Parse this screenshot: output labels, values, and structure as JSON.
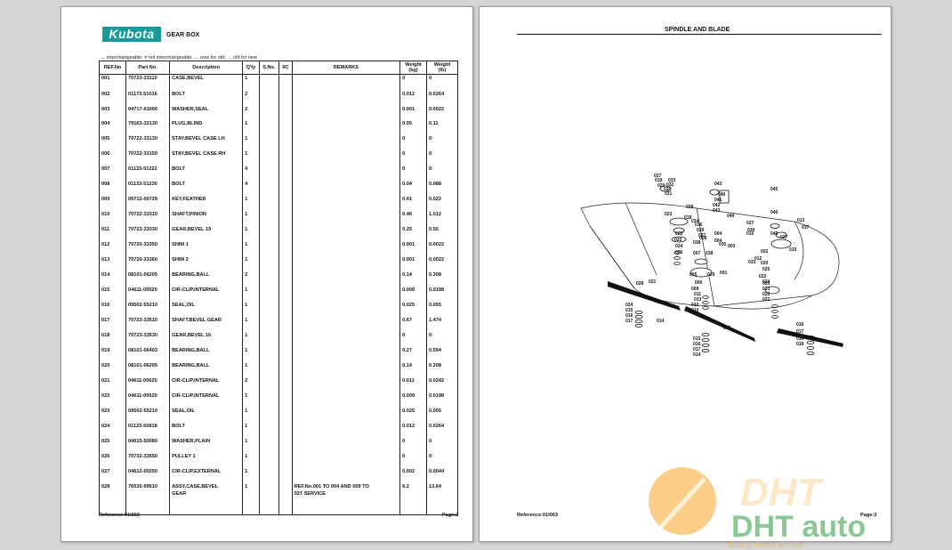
{
  "left_page": {
    "brand": "Kubota",
    "section_title": "GEAR BOX",
    "legend": "↔ interchangeable;   ≠ not interchangeable;   ← new for old;   → old for new",
    "columns": [
      "REF.No",
      "Part No.",
      "Description",
      "Q'ty",
      "S.No.",
      "I/C",
      "REMARKS",
      "Weight\n(kg)",
      "Weight\n(lb)"
    ],
    "rows": [
      [
        "001",
        "70723-33110",
        "CASE,BEVEL",
        "1",
        "",
        "",
        "",
        "0",
        "0"
      ],
      [
        "002",
        "01173-51016",
        "BOLT",
        "2",
        "",
        "",
        "",
        "0.012",
        "0.0264"
      ],
      [
        "003",
        "04717-01000",
        "WASHER,SEAL",
        "2",
        "",
        "",
        "",
        "0.001",
        "0.0022"
      ],
      [
        "004",
        "79163-32130",
        "PLUG,BLIND",
        "1",
        "",
        "",
        "",
        "0.05",
        "0.11"
      ],
      [
        "005",
        "70722-33130",
        "STAY,BEVEL CASE LH",
        "1",
        "",
        "",
        "",
        "0",
        "0"
      ],
      [
        "006",
        "70722-33150",
        "STAY,BEVEL CASE RH",
        "1",
        "",
        "",
        "",
        "0",
        "0"
      ],
      [
        "007",
        "01133-51222",
        "BOLT",
        "4",
        "",
        "",
        "",
        "0",
        "0"
      ],
      [
        "008",
        "01133-51230",
        "BOLT",
        "4",
        "",
        "",
        "",
        "0.04",
        "0.088"
      ],
      [
        "009",
        "05712-00728",
        "KEY,FEATHER",
        "1",
        "",
        "",
        "",
        "0.01",
        "0.022"
      ],
      [
        "010",
        "70722-33310",
        "SHAFT,PINION",
        "1",
        "",
        "",
        "",
        "0.46",
        "1.012"
      ],
      [
        "011",
        "70723-33330",
        "GEAR,BEVEL 19",
        "1",
        "",
        "",
        "",
        "0.25",
        "0.55"
      ],
      [
        "012",
        "70720-33350",
        "SHIM 1",
        "1",
        "",
        "",
        "",
        "0.001",
        "0.0022"
      ],
      [
        "013",
        "70720-33360",
        "SHIM 2",
        "1",
        "",
        "",
        "",
        "0.001",
        "0.0022"
      ],
      [
        "014",
        "08101-06205",
        "BEARING,BALL",
        "2",
        "",
        "",
        "",
        "0.14",
        "0.308"
      ],
      [
        "015",
        "04611-00520",
        "CIR-CLIP,INTERNAL",
        "1",
        "",
        "",
        "",
        "0.009",
        "0.0198"
      ],
      [
        "016",
        "09502-55210",
        "SEAL,OIL",
        "1",
        "",
        "",
        "",
        "0.025",
        "0.055"
      ],
      [
        "017",
        "70723-33510",
        "SHAFT,BEVEL GEAR",
        "1",
        "",
        "",
        "",
        "0.67",
        "1.474"
      ],
      [
        "018",
        "70723-33530",
        "GEAR,BEVEL 16",
        "1",
        "",
        "",
        "",
        "0",
        "0"
      ],
      [
        "019",
        "08101-06403",
        "BEARING,BALL",
        "1",
        "",
        "",
        "",
        "0.27",
        "0.594"
      ],
      [
        "020",
        "08101-06205",
        "BEARING,BALL",
        "1",
        "",
        "",
        "",
        "0.14",
        "0.308"
      ],
      [
        "021",
        "04611-00620",
        "CIR-CLIP,INTERNAL",
        "2",
        "",
        "",
        "",
        "0.011",
        "0.0242"
      ],
      [
        "022",
        "04611-00520",
        "CIR-CLIP,INTERNAL",
        "1",
        "",
        "",
        "",
        "0.009",
        "0.0198"
      ],
      [
        "023",
        "09502-55210",
        "SEAL,OIL",
        "1",
        "",
        "",
        "",
        "0.025",
        "0.055"
      ],
      [
        "024",
        "01123-50818",
        "BOLT",
        "1",
        "",
        "",
        "",
        "0.012",
        "0.0264"
      ],
      [
        "025",
        "04015-50080",
        "WASHER,PLAIN",
        "1",
        "",
        "",
        "",
        "0",
        "0"
      ],
      [
        "026",
        "70732-33550",
        "PULLEY 1",
        "1",
        "",
        "",
        "",
        "0",
        "0"
      ],
      [
        "027",
        "04612-00250",
        "CIR-CLIP,EXTERNAL",
        "1",
        "",
        "",
        "",
        "0.002",
        "0.0044"
      ],
      [
        "028",
        "76530-99510",
        "ASSY,CASE,BEVEL\nGEAR",
        "1",
        "",
        "",
        "REF.No.001 TO 004 AND 009 TO\n027 SERVICE",
        "6.2",
        "13.64"
      ]
    ],
    "reference": "Reference:01I002",
    "page": "Page:2"
  },
  "right_page": {
    "section_title": "SPINDLE AND BLADE",
    "reference": "Reference:01I003",
    "page": "Page:3",
    "callouts": [
      "027",
      "019",
      "020",
      "030",
      "032",
      "031",
      "033",
      "043",
      "040",
      "041",
      "042",
      "043",
      "045",
      "046",
      "013",
      "017",
      "045",
      "023",
      "018",
      "028",
      "036",
      "034",
      "044",
      "027",
      "039",
      "029",
      "037",
      "022",
      "025",
      "024",
      "026",
      "038",
      "008",
      "004",
      "038",
      "004",
      "035",
      "003",
      "010",
      "019",
      "027",
      "033",
      "002",
      "012",
      "020",
      "025",
      "022",
      "024",
      "007",
      "029",
      "005",
      "001",
      "021",
      "028",
      "006",
      "009",
      "011",
      "013",
      "012",
      "010",
      "020",
      "023",
      "025",
      "022",
      "024",
      "015",
      "016",
      "017",
      "014",
      "015",
      "016",
      "017",
      "014",
      "015",
      "016",
      "017",
      "014",
      "018"
    ],
    "blade_colors": "#111111"
  },
  "watermark": {
    "text": "DHT auto",
    "tagline": "Sharing creates success",
    "colors": {
      "orange": "#f5a623",
      "green": "#2e9b3e"
    }
  }
}
